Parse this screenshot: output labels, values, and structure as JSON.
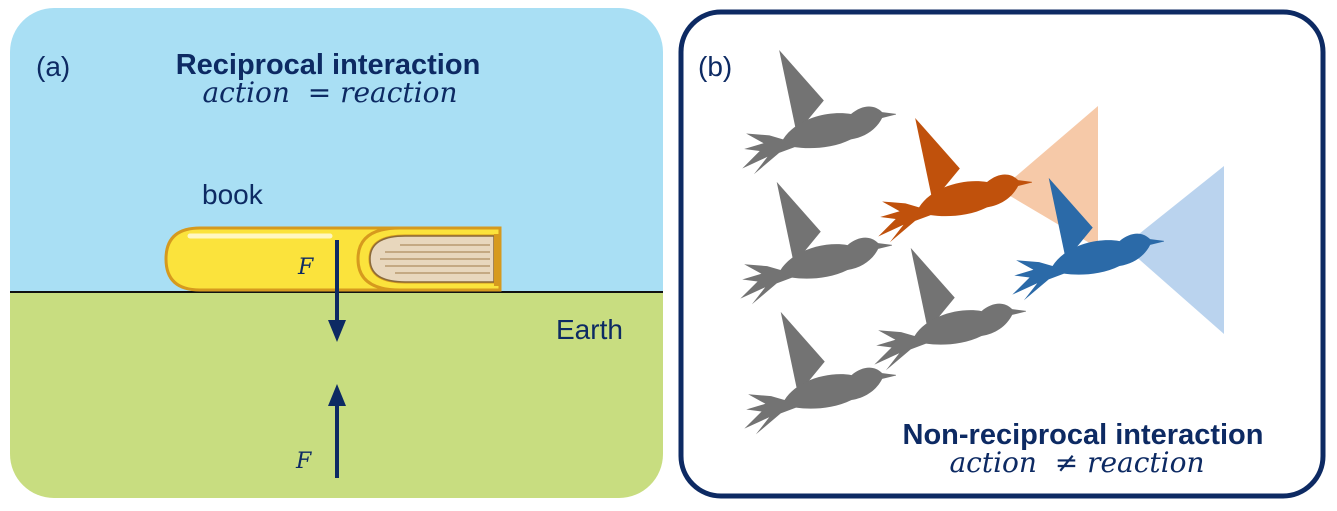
{
  "panel_a": {
    "label": "(a)",
    "title": "Reciprocal interaction",
    "equation": "action  = reaction",
    "book_label": "book",
    "earth_label": "Earth",
    "force_top": "F",
    "force_bottom": "F",
    "colors": {
      "sky": "#a9dff4",
      "ground": "#c8dd80",
      "book_cover": "#fbe33c",
      "book_edge": "#d69a1e",
      "pages": "#e8d7bd",
      "arrow": "#0d2a63",
      "title": "#0d2a63"
    }
  },
  "panel_b": {
    "label": "(b)",
    "title": "Non-reciprocal interaction",
    "equation": "action  ≠ reaction",
    "colors": {
      "border": "#0d2a63",
      "bird_gray": "#737373",
      "bird_orange": "#c0510c",
      "bird_blue": "#2b6aa8",
      "cone_orange": "#f6c9a8",
      "cone_blue": "#bad3ee"
    }
  }
}
